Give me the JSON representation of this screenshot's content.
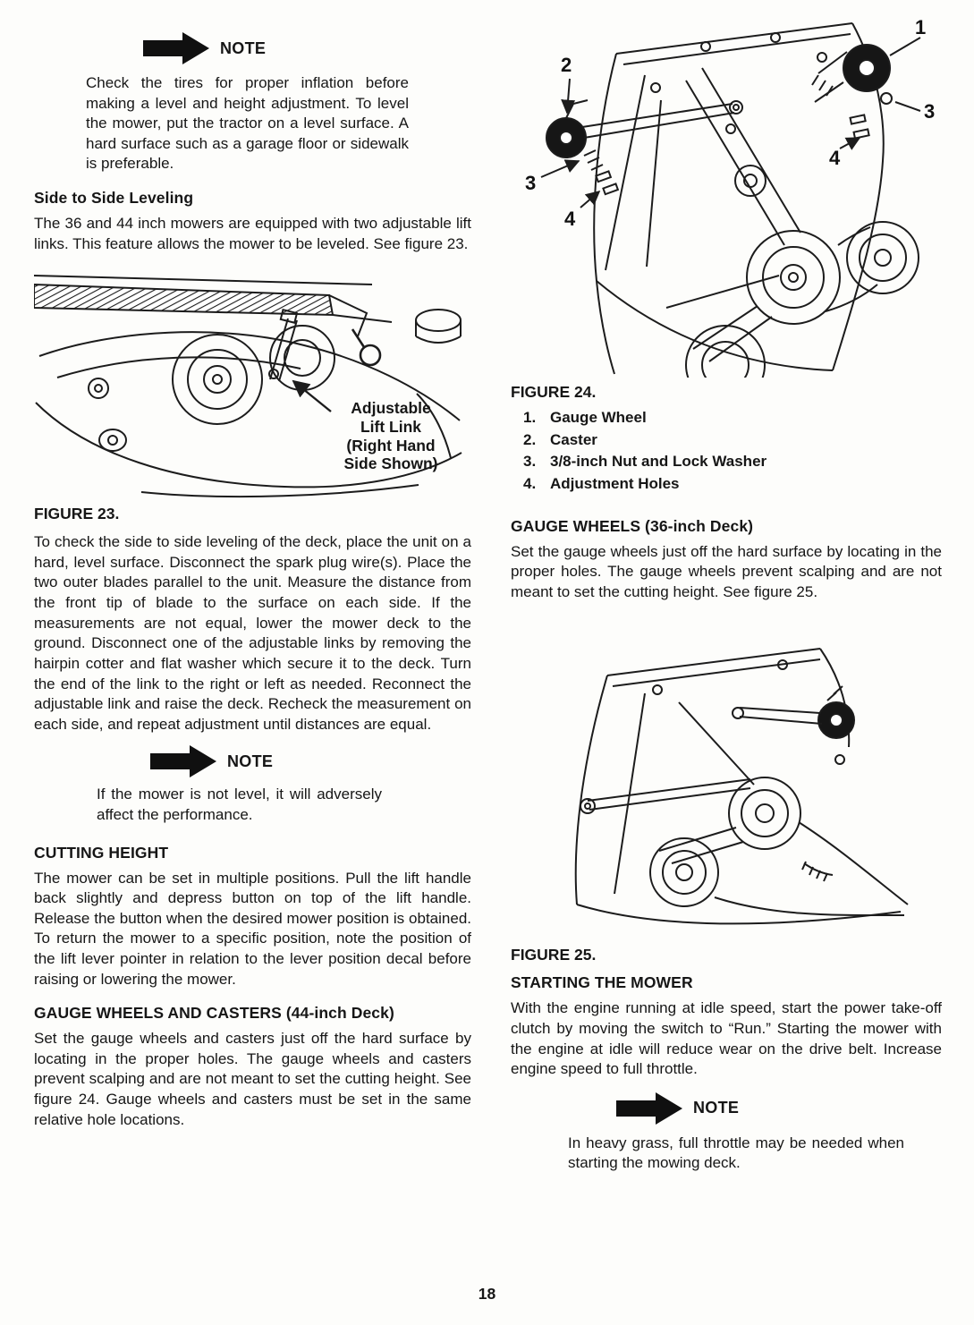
{
  "page_number": "18",
  "left": {
    "note_top": {
      "label": "NOTE",
      "body": "Check the tires for proper inflation before making a level and height adjustment. To level the mower, put the tractor on a level surface. A hard surface such as a garage floor or sidewalk is preferable."
    },
    "side_leveling": {
      "heading": "Side to Side Leveling",
      "body": "The 36 and 44 inch mowers are equipped with two adjustable lift links. This feature allows the mower to be leveled. See figure 23."
    },
    "figure23": {
      "caption": "FIGURE 23.",
      "callout": "Adjustable Lift Link (Right Hand Side Shown)"
    },
    "leveling_steps": "To check the side to side leveling of the deck, place the unit on a hard, level surface. Disconnect the spark plug wire(s). Place the two outer blades parallel to the unit. Measure the distance from the front tip of blade to the surface on each side. If the measurements are not equal, lower the mower deck to the ground. Disconnect one of the adjustable links by removing the hairpin cotter and flat washer which secure it to the deck. Turn the end of the link to the right or left as needed. Reconnect the adjustable link and raise the deck. Recheck the measurement on each side, and repeat adjustment until distances are equal.",
    "note_level": {
      "label": "NOTE",
      "body": "If the mower is not level, it will adversely affect the performance."
    },
    "cutting_height": {
      "heading": "CUTTING HEIGHT",
      "body": "The mower can be set in multiple positions. Pull the lift handle back slightly and depress button on top of the lift handle. Release the button when the desired mower position is obtained. To return the mower to a specific position, note the position of the lift lever pointer in relation to the lever position decal before raising or lowering the mower."
    },
    "gauge_wheels_casters": {
      "heading": "GAUGE WHEELS AND CASTERS (44-inch Deck)",
      "body": "Set the gauge wheels and casters just off the hard surface by locating in the proper holes. The gauge wheels and casters prevent scalping and are not meant to set the cutting height. See figure 24. Gauge wheels and casters must be set in the same relative hole locations."
    }
  },
  "right": {
    "figure24": {
      "caption": "FIGURE 24.",
      "legend": [
        {
          "num": "1.",
          "label": "Gauge Wheel"
        },
        {
          "num": "2.",
          "label": "Caster"
        },
        {
          "num": "3.",
          "label": "3/8-inch Nut and Lock Washer"
        },
        {
          "num": "4.",
          "label": "Adjustment Holes"
        }
      ],
      "callouts": {
        "gauge_wheel": "1",
        "caster": "2",
        "nut_right": "3",
        "nut_left": "3",
        "holes_right": "4",
        "holes_left": "4"
      }
    },
    "gauge_wheels_36": {
      "heading": "GAUGE WHEELS (36-inch Deck)",
      "body": "Set the gauge wheels just off the hard surface by locating in the proper holes. The gauge wheels prevent scalping and are not meant to set the cutting height. See figure 25."
    },
    "figure25": {
      "caption": "FIGURE 25."
    },
    "starting_mower": {
      "heading": "STARTING THE MOWER",
      "body": "With the engine running at idle speed, start the power take-off clutch by moving the switch to “Run.” Starting the mower with the engine at idle will reduce wear on the drive belt. Increase engine speed to full throttle."
    },
    "note_throttle": {
      "label": "NOTE",
      "body": "In heavy grass, full throttle may be needed when starting the mowing deck."
    }
  }
}
